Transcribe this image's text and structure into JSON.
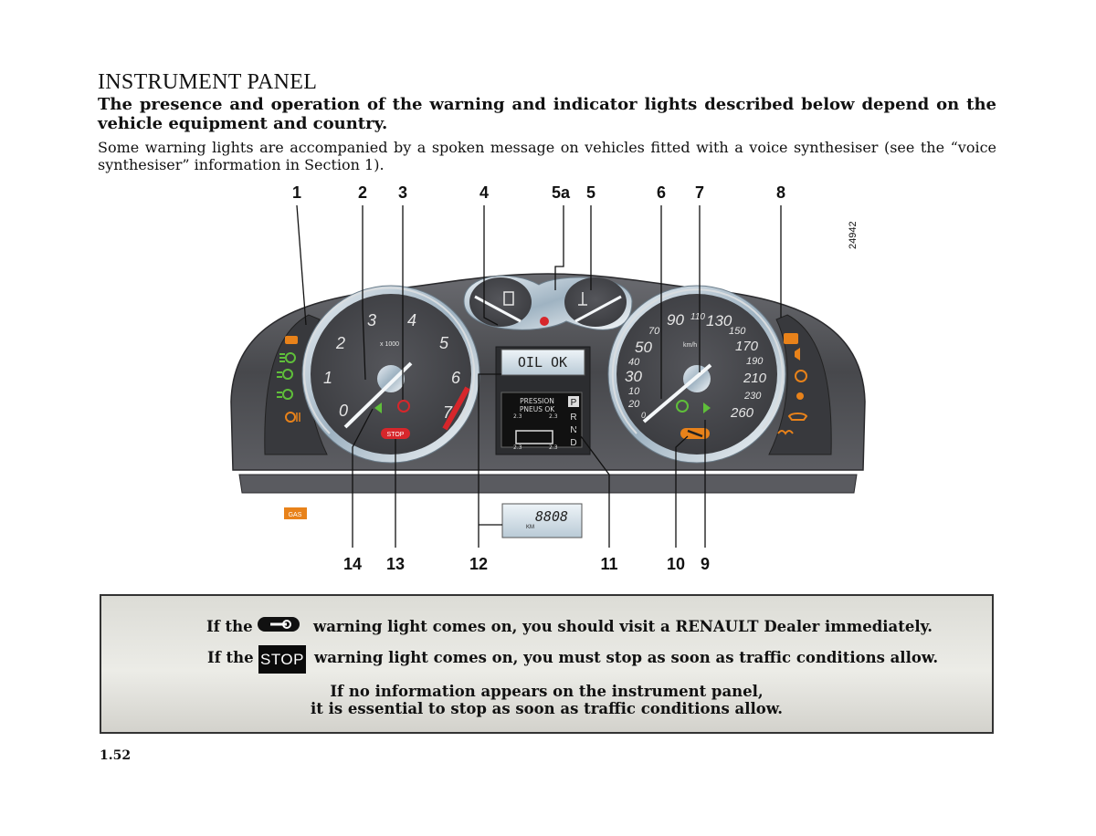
{
  "page": {
    "title": "INSTRUMENT PANEL",
    "subtitle": "The presence and operation of the warning and indicator lights described below depend on the vehicle equipment and country.",
    "intro": "Some warning lights are accompanied by a spoken message on vehicles fitted with a voice synthesiser (see the “voice synthesiser” information in Section 1).",
    "page_number": "1.52"
  },
  "figure": {
    "reference": "24942",
    "top_callouts": [
      "1",
      "2",
      "3",
      "4",
      "5a",
      "5",
      "6",
      "7",
      "8"
    ],
    "bottom_callouts": [
      "14",
      "13",
      "12",
      "11",
      "10",
      "9"
    ],
    "tachometer": {
      "ticks": [
        "0",
        "1",
        "2",
        "3",
        "4",
        "5",
        "6",
        "7"
      ],
      "unit": "x 1000"
    },
    "speedometer": {
      "major_ticks": [
        "30",
        "50",
        "90",
        "130",
        "170",
        "210",
        "260"
      ],
      "minor_ticks": [
        "20",
        "40",
        "70",
        "110",
        "150",
        "190",
        "230"
      ],
      "extra_ticks": [
        "10",
        "0"
      ],
      "unit": "km/h"
    },
    "display_text": "OIL OK",
    "tyre_display": {
      "line1": "PRESSION",
      "line2": "PNEUS OK",
      "value": "2.3",
      "gears": [
        "P",
        "R",
        "N",
        "D"
      ]
    },
    "odometer": {
      "digits": "8808",
      "unit": "KM"
    },
    "gas_label": "GAS",
    "stop_label": "STOP"
  },
  "notice": {
    "line1_prefix": "If the",
    "line1_suffix": "warning light comes on, you should visit a RENAULT Dealer immediately.",
    "line2_prefix": "If the",
    "line2_badge": "STOP",
    "line2_suffix": "warning light comes on, you must stop as soon as traffic conditions allow.",
    "line3": "If no information appears on the instrument panel,",
    "line4": "it is essential to stop as soon as traffic conditions allow."
  },
  "colors": {
    "accent_red": "#d7262b",
    "warning_orange": "#e8821a",
    "indicator_green": "#5fbf3a",
    "dash_gray": "#4e4f53"
  }
}
